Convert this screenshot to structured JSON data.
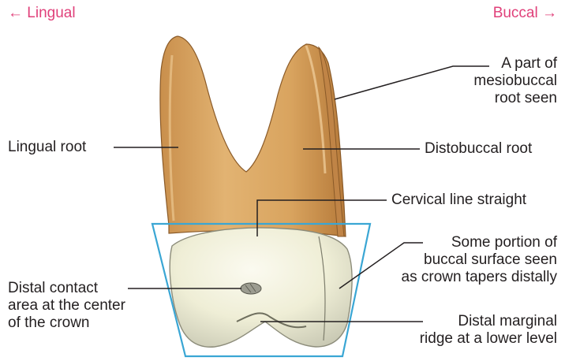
{
  "directions": {
    "left": "← Lingual",
    "right": "Buccal →"
  },
  "labels": {
    "lingual_root": "Lingual root",
    "mesiobuccal": [
      "A part of",
      "mesiobuccal",
      "root seen"
    ],
    "distobuccal_root": "Distobuccal root",
    "cervical_line": "Cervical line straight",
    "buccal_surface": [
      "Some portion of",
      "buccal surface seen",
      "as crown tapers distally"
    ],
    "distal_contact": [
      "Distal contact",
      "area at the center",
      "of the crown"
    ],
    "marginal_ridge": [
      "Distal marginal",
      "ridge at a lower level"
    ]
  },
  "colors": {
    "direction_text": "#e0407a",
    "outline_frame": "#3aa6d4",
    "root": "#d9a25d",
    "crown": "#efeed8",
    "leader_line": "#231f20"
  }
}
